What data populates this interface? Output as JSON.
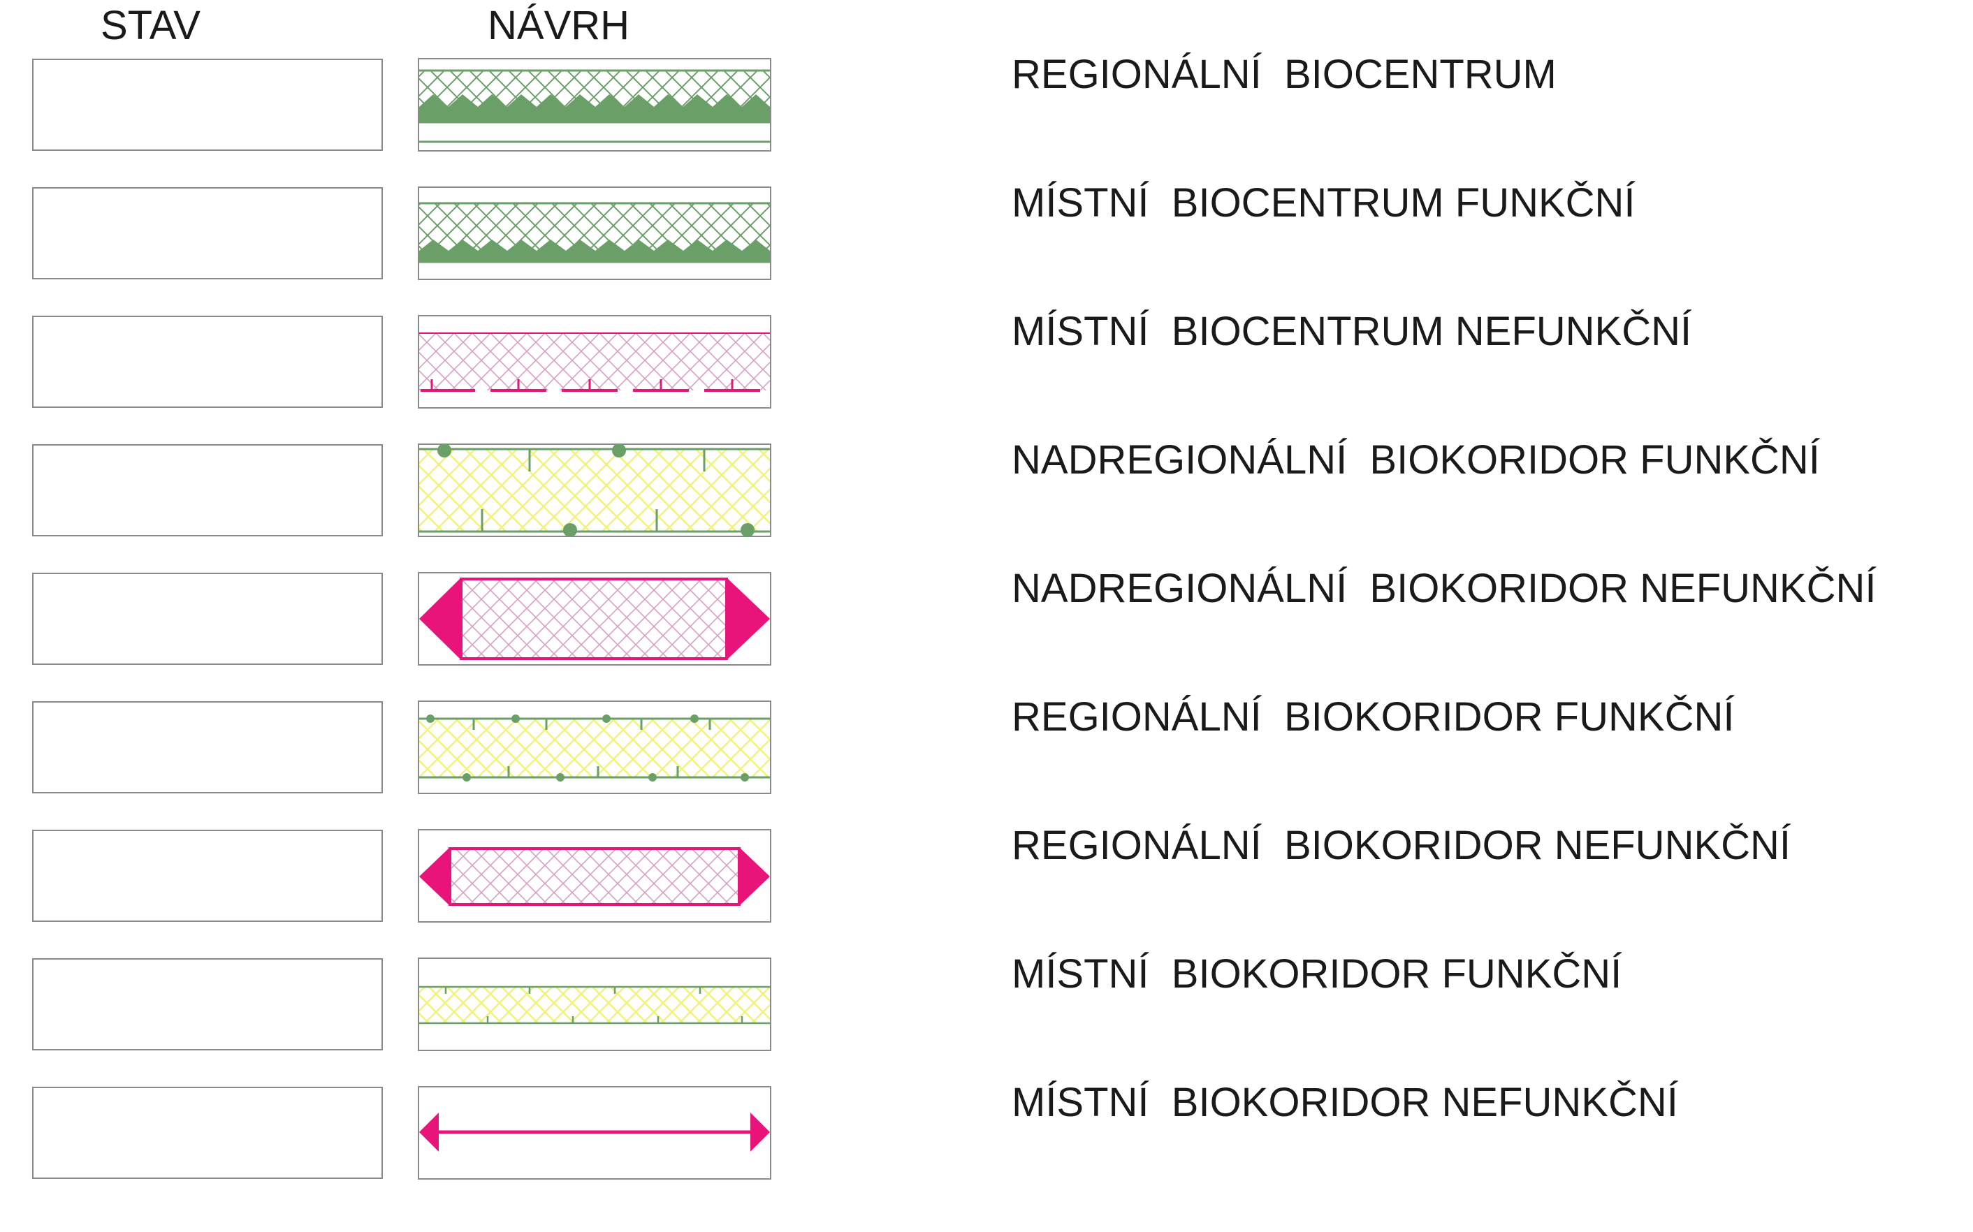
{
  "columns": {
    "stav": "STAV",
    "navrh": "NÁVRH"
  },
  "colors": {
    "green": "#6a9f68",
    "magenta": "#e8147a",
    "pink_hatch": "#d9a0c3",
    "yellow": "#f2f27a",
    "border": "#8a8a8a"
  },
  "rows": [
    {
      "label": "REGIONÁLNÍ  BIOCENTRUM",
      "symbol": "regional-biocentre",
      "symbol_icon": "green-crosshatch-triangles"
    },
    {
      "label": "MÍSTNÍ  BIOCENTRUM FUNKČNÍ",
      "symbol": "local-biocentre-functional",
      "symbol_icon": "green-crosshatch-triangles"
    },
    {
      "label": "MÍSTNÍ  BIOCENTRUM NEFUNKČNÍ",
      "symbol": "local-biocentre-nonfunctional",
      "symbol_icon": "pink-crosshatch-ticks"
    },
    {
      "label": "NADREGIONÁLNÍ  BIOKORIDOR FUNKČNÍ",
      "symbol": "supraregional-corridor-functional",
      "symbol_icon": "yellow-crosshatch-dots"
    },
    {
      "label": "NADREGIONÁLNÍ  BIOKORIDOR NEFUNKČNÍ",
      "symbol": "supraregional-corridor-nonfunctional",
      "symbol_icon": "magenta-double-arrow-box"
    },
    {
      "label": "REGIONÁLNÍ  BIOKORIDOR FUNKČNÍ",
      "symbol": "regional-corridor-functional",
      "symbol_icon": "yellow-crosshatch-small-dots"
    },
    {
      "label": "REGIONÁLNÍ  BIOKORIDOR NEFUNKČNÍ",
      "symbol": "regional-corridor-nonfunctional",
      "symbol_icon": "magenta-double-arrow-box"
    },
    {
      "label": "MÍSTNÍ  BIOKORIDOR FUNKČNÍ",
      "symbol": "local-corridor-functional",
      "symbol_icon": "yellow-crosshatch-thin"
    },
    {
      "label": "MÍSTNÍ  BIOKORIDOR NEFUNKČNÍ",
      "symbol": "local-corridor-nonfunctional",
      "symbol_icon": "magenta-double-arrow-line"
    }
  ]
}
